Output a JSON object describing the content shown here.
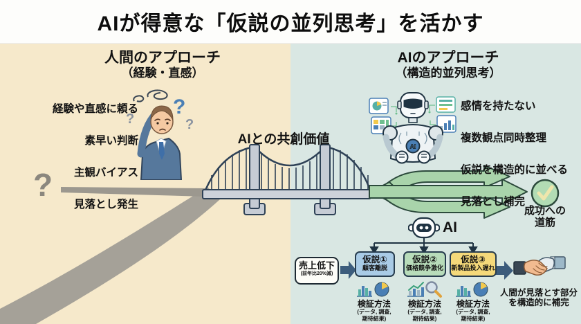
{
  "title": "AIが得意な「仮説の並列思考」を活かす",
  "left": {
    "heading": "人間のアプローチ",
    "subheading": "（経験・直感）",
    "traits": [
      "経験や直感に頼る",
      "素早い判断",
      "主観バイアス",
      "見落とし発生"
    ],
    "question_mark": "?"
  },
  "center": {
    "bridge_label": "AIとの共創価値"
  },
  "right": {
    "heading": "AIのアプローチ",
    "subheading": "（構造的並列思考）",
    "traits": [
      "感情を持たない",
      "複数観点同時整理",
      "仮説を構造的に並べる",
      "見落とし補完"
    ],
    "goal_caption": "成功への\n道筋",
    "ai_label": "AI",
    "robot_chest_label": "AI",
    "problem": {
      "title": "売上低下",
      "subtitle": "(前年比20%減)"
    },
    "hypotheses": [
      {
        "label": "仮説①",
        "desc": "顧客離脱",
        "color": "#a9cbe6"
      },
      {
        "label": "仮説②",
        "desc": "価格競争激化",
        "color": "#b8dcba"
      },
      {
        "label": "仮説③",
        "desc": "新製品投入遅れ",
        "color": "#f5d97a"
      }
    ],
    "verify": {
      "title": "検証方法",
      "detail": "(データ, 調査,\n期待結果)"
    },
    "handshake_caption": "人間が見落とす部分\nを構造的に補完"
  },
  "icons": {
    "column1": "bar-chart-icon + pie-chart-icon",
    "column2": "trend-chart-icon + magnifier-icon",
    "column3": "bar-chart-icon + pie-chart-icon",
    "goal": "check-circle-icon",
    "flow_end": "handshake-icon",
    "robot": "robot-icon"
  },
  "colors": {
    "banner_bg": "#fdfdfb",
    "left_bg": "#f6e9cb",
    "right_bg": "#d9e7e3",
    "road_gray": "#a19d94",
    "bridge_fill": "#cdd2da",
    "bridge_stroke": "#2e4156",
    "arrow_green": "#a9d4ab",
    "arrow_green_stroke": "#2c4a3c",
    "check_fill": "#b2dcb4",
    "check_mark": "#efe6ac",
    "dark_arrow": "#3c5c7c",
    "hyp_blue": "#a9cbe6",
    "hyp_green": "#b8dcba",
    "hyp_yellow": "#f5d97a",
    "accent_blue": "#4a7fb5",
    "accent_teal": "#57b0a5",
    "accent_yellow": "#f2c94c"
  }
}
